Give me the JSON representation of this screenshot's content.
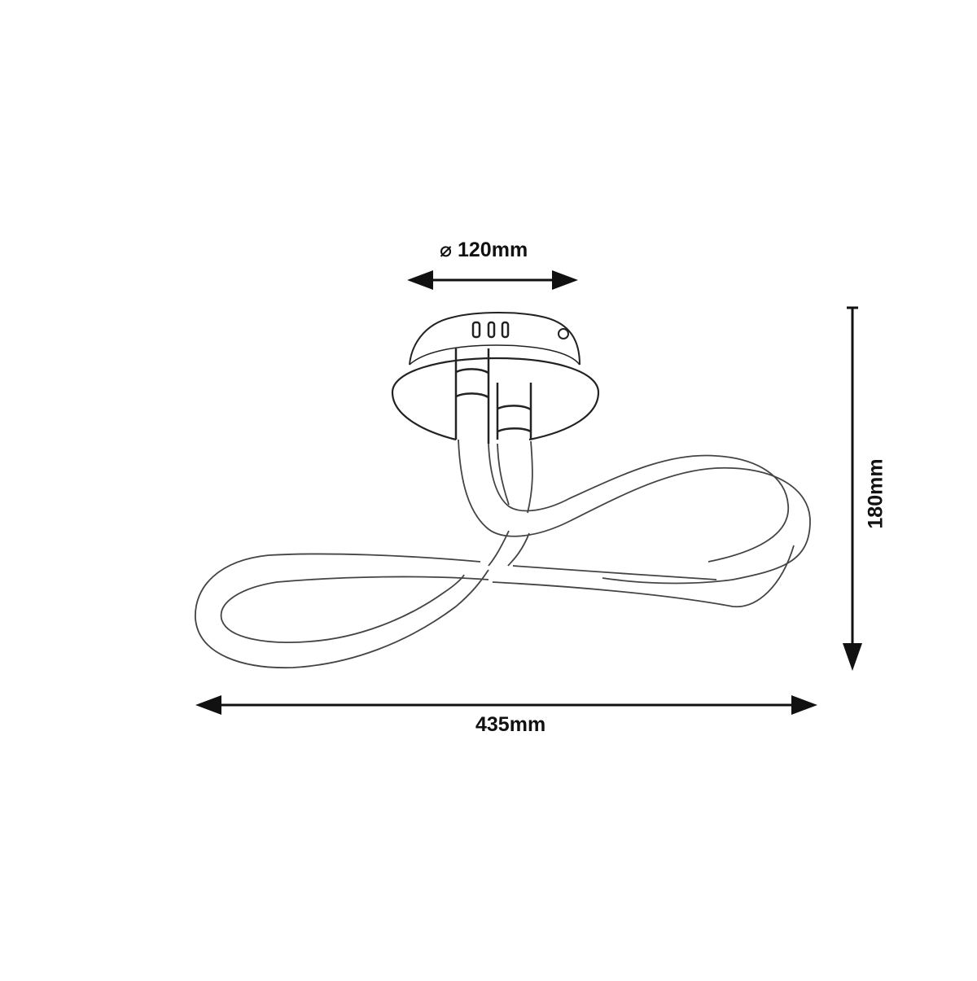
{
  "drawing": {
    "subject": "ceiling lamp with twisted loop LED tube",
    "line_color": "#111111",
    "background": "#ffffff"
  },
  "dimensions": {
    "diameter": {
      "label": "⌀ 120mm",
      "value": 120,
      "unit": "mm",
      "orientation": "horizontal",
      "meaning": "canopy diameter"
    },
    "height": {
      "label": "180mm",
      "value": 180,
      "unit": "mm",
      "orientation": "vertical"
    },
    "width": {
      "label": "435mm",
      "value": 435,
      "unit": "mm",
      "orientation": "horizontal"
    }
  },
  "icons": {
    "arrow": "double-headed-arrow",
    "diameter_symbol": "⌀"
  }
}
